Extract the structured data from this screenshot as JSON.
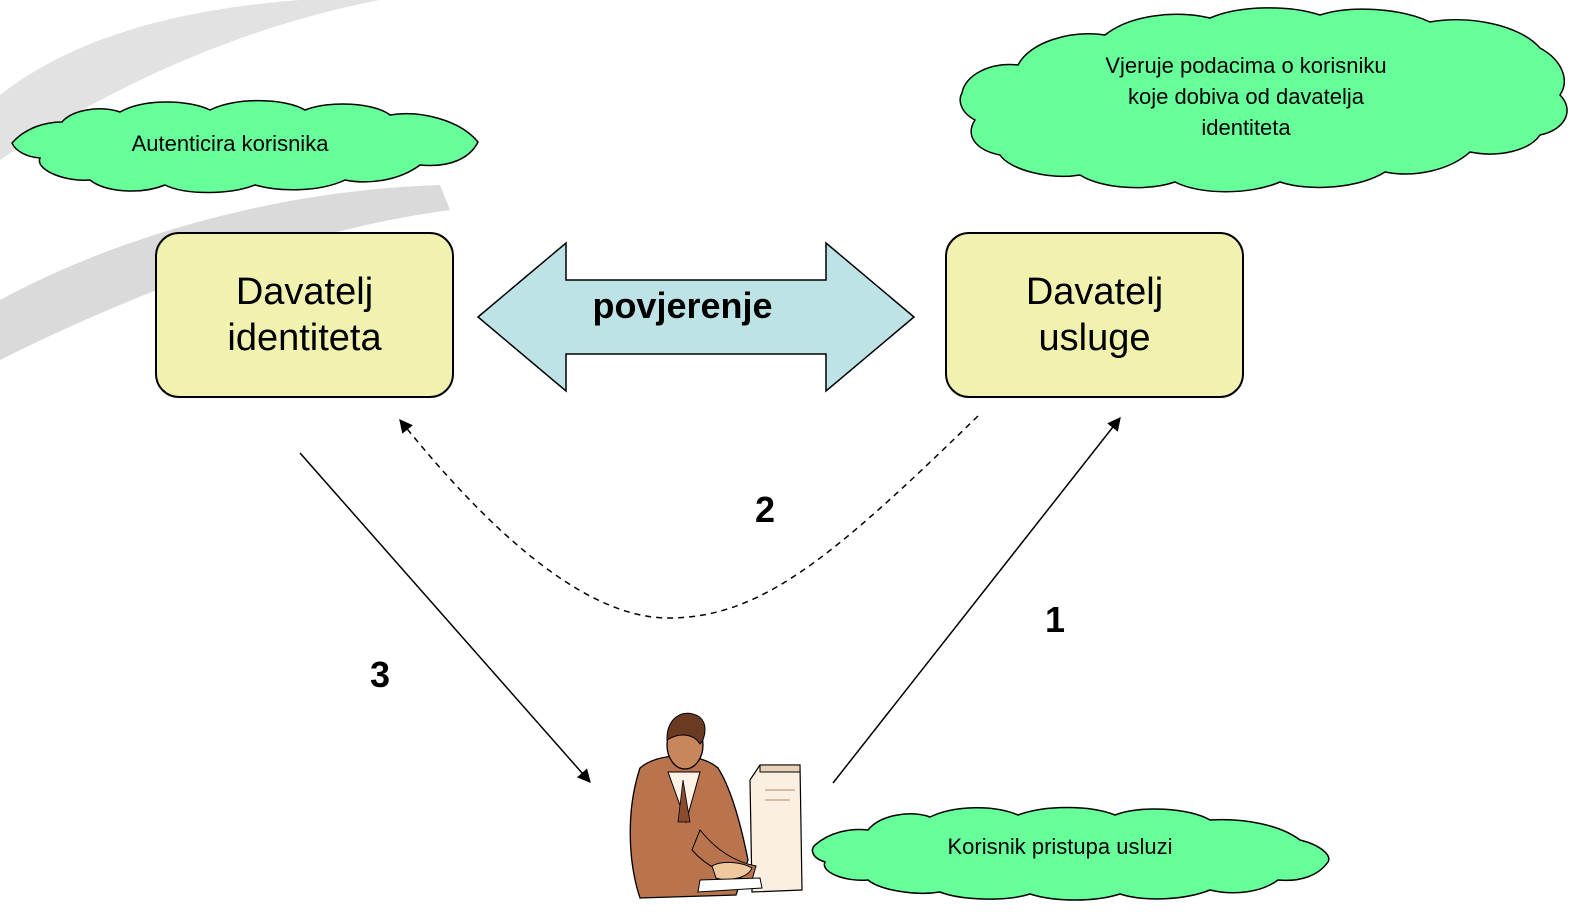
{
  "identity_provider": {
    "line1": "Davatelj",
    "line2": "identiteta"
  },
  "service_provider": {
    "line1": "Davatelj",
    "line2": "usluge"
  },
  "trust_arrow": {
    "label": "povjerenje"
  },
  "clouds": {
    "authenticates": {
      "text": "Autenticira korisnika"
    },
    "trusts": {
      "line1": "Vjeruje podacima o korisniku",
      "line2": "koje dobiva od davatelja",
      "line3": "identiteta"
    },
    "user_access": {
      "text": "Korisnik pristupa usluzi"
    }
  },
  "steps": {
    "one": "1",
    "two": "2",
    "three": "3"
  },
  "colors": {
    "cloud_fill": "#66ff99",
    "box_fill": "#f2f2b0",
    "arrow_fill": "#bde3e6",
    "swoosh": "#dcdcdc"
  },
  "icons": {
    "user": "person-at-computer-icon"
  }
}
